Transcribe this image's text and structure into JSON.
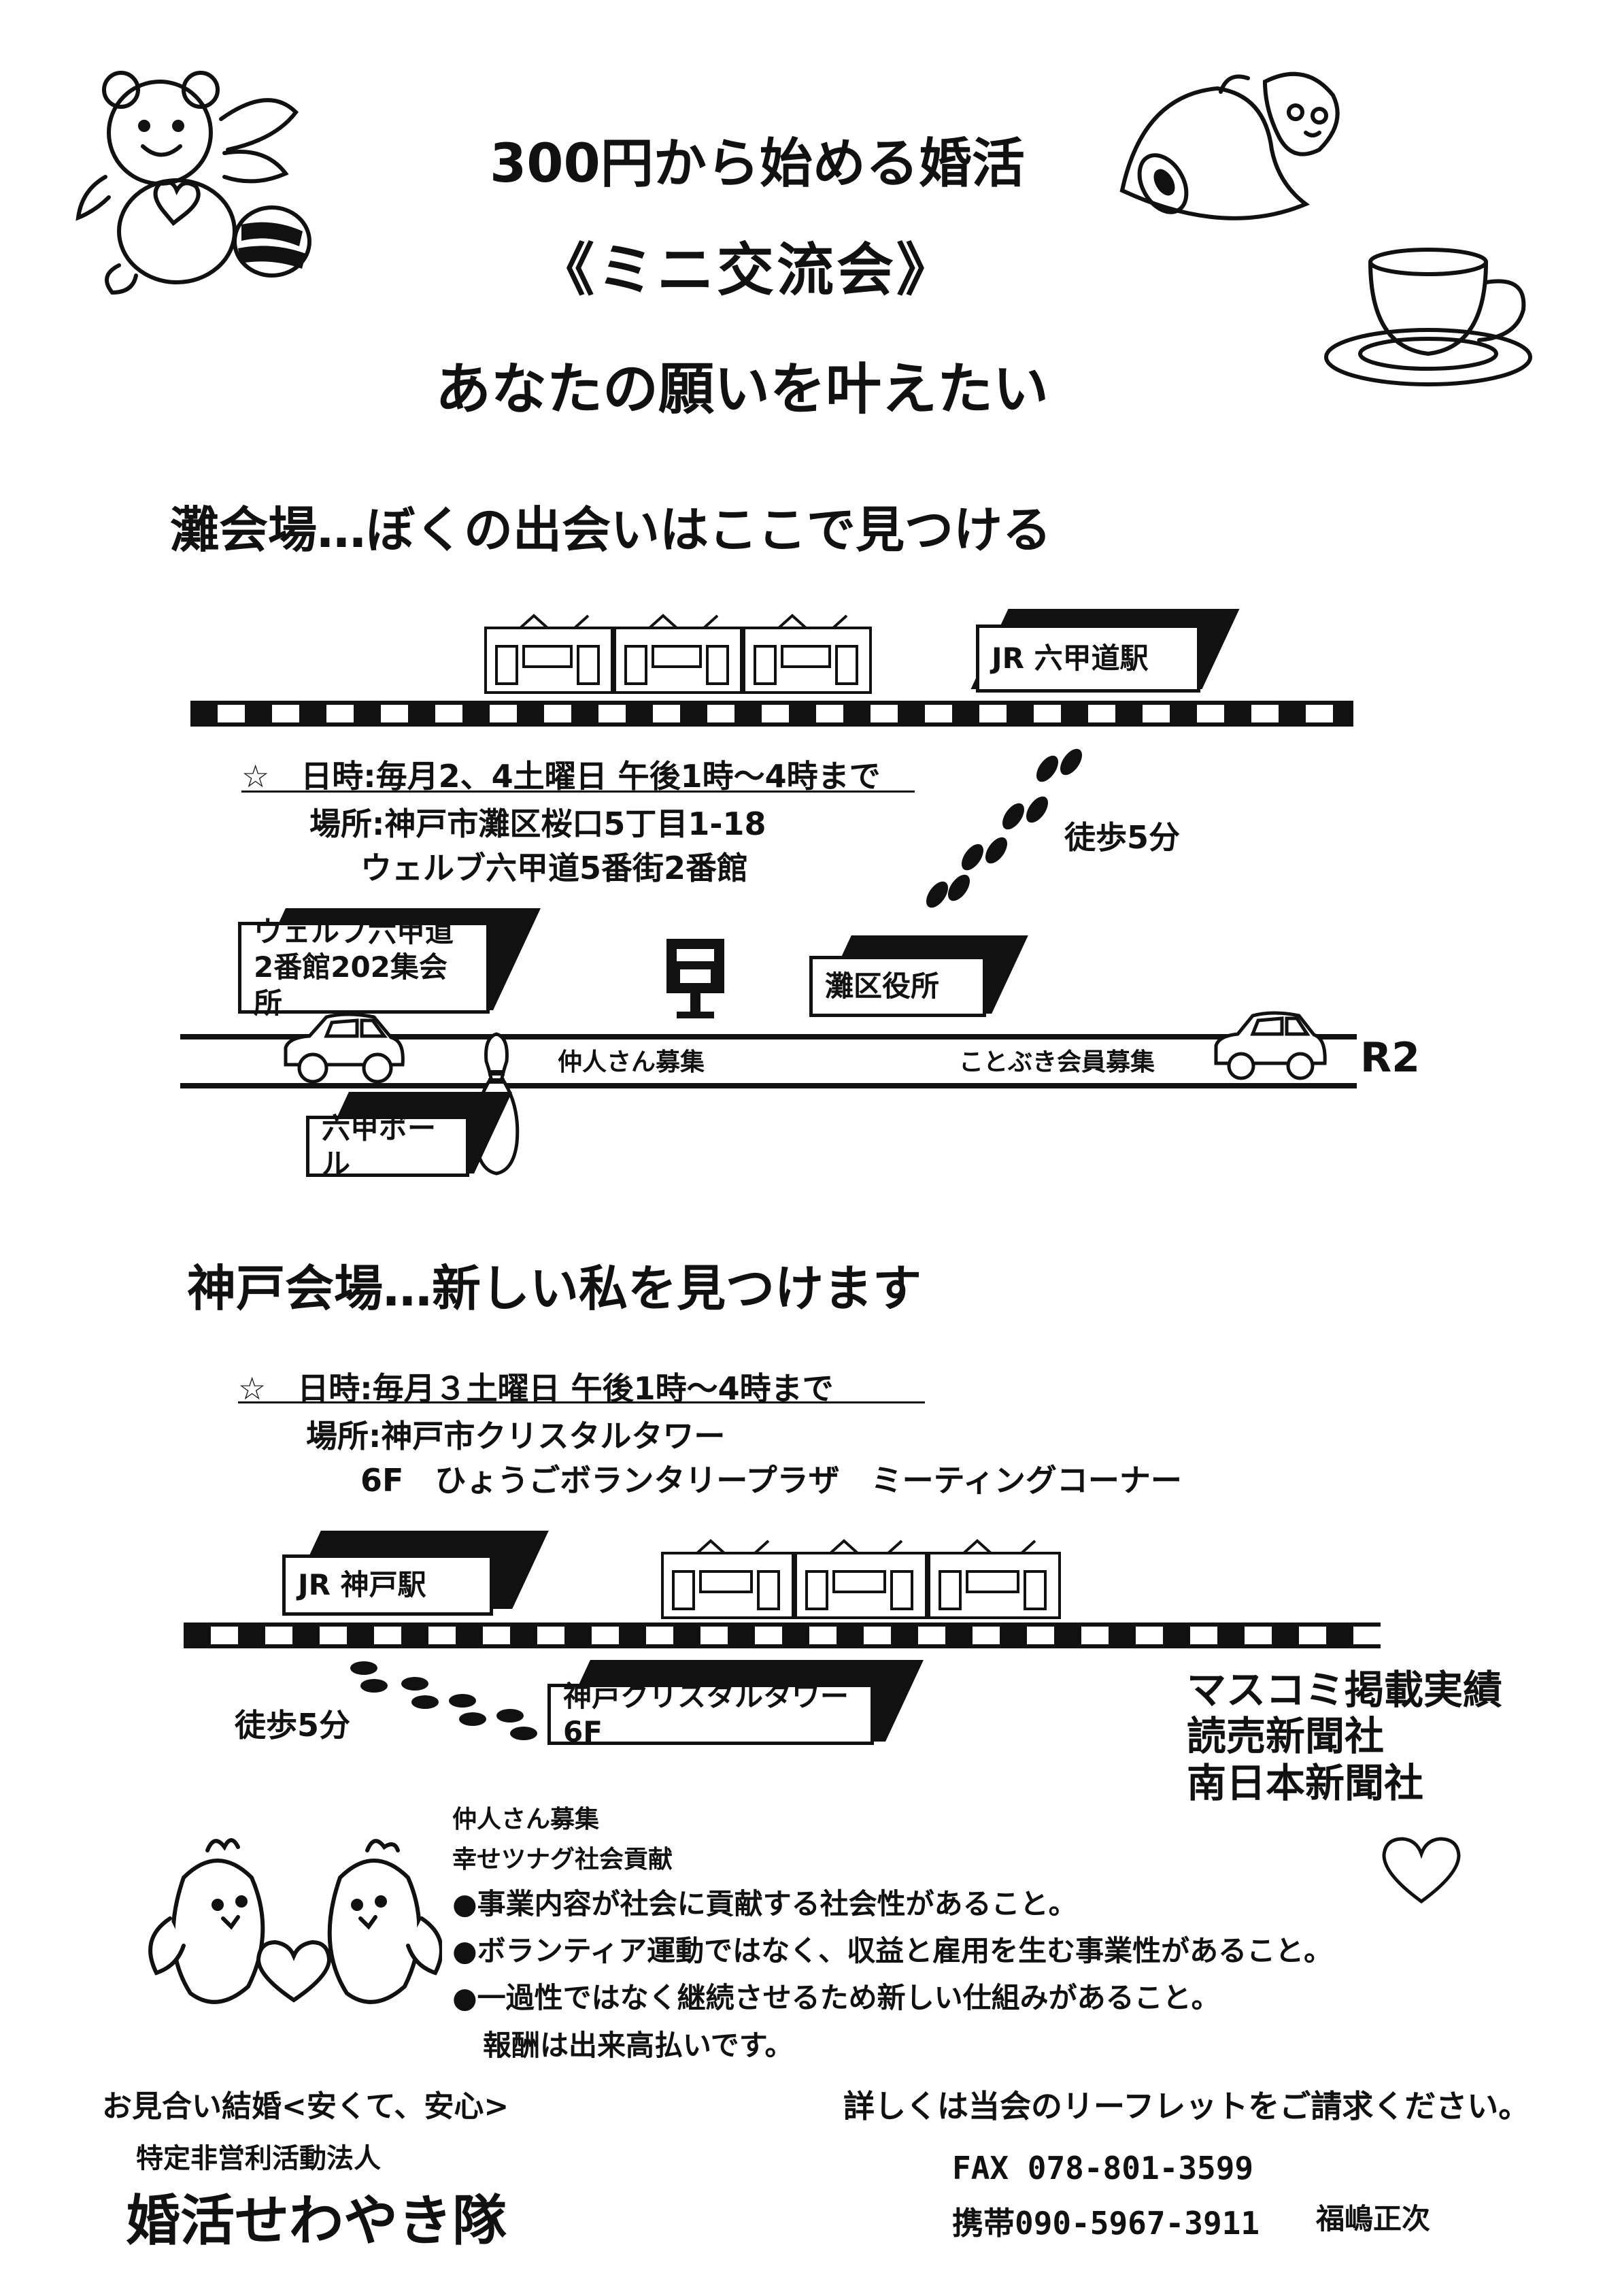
{
  "header": {
    "line1": "300円から始める婚活",
    "line2": "《ミニ交流会》",
    "line3": "あなたの願いを叶えたい"
  },
  "nada": {
    "heading": "灘会場…ぼくの出会いはここで見つける",
    "station": "JR 六甲道駅",
    "date": "☆　日時:毎月2、4土曜日 午後1時～4時まで",
    "place1": "場所:神戸市灘区桜口5丁目1-18",
    "place2": "ウェルブ六甲道5番街2番館",
    "walk": "徒歩5分",
    "venue_line1": "ウェルブ六甲道",
    "venue_line2": "2番館202集会所",
    "ward_office": "灘区役所",
    "road_left": "仲人さん募集",
    "road_right": "ことぶき会員募集",
    "route": "R2",
    "bowling": "六甲ボール"
  },
  "kobe": {
    "heading": "神戸会場…新しい私を見つけます",
    "date": "☆　日時:毎月３土曜日 午後1時～4時まで",
    "place1": "場所:神戸市クリスタルタワー",
    "place2": "6F　ひょうごボランタリープラザ　ミーティングコーナー",
    "station": "JR 神戸駅",
    "walk": "徒歩5分",
    "tower": "神戸クリスタルタワー6F"
  },
  "media": {
    "title": "マスコミ掲載実績",
    "item1": "読売新聞社",
    "item2": "南日本新聞社"
  },
  "recruit": {
    "line1": "仲人さん募集",
    "line2": "幸せツナグ社会貢献",
    "b1": "●事業内容が社会に貢献する社会性があること。",
    "b2": "●ボランティア運動ではなく、収益と雇用を生む事業性があること。",
    "b3": "●一過性ではなく継続させるため新しい仕組みがあること。",
    "b4": "報酬は出来高払いです。"
  },
  "footer": {
    "tagline": "お見合い結婚<安くて、安心>",
    "org_type": "特定非営利活動法人",
    "org_name": "婚活せわやき隊",
    "leaflet": "詳しくは当会のリーフレットをご請求ください。",
    "fax": "FAX 078-801-3599",
    "mobile": "携帯090-5967-3911",
    "person": "福嶋正次"
  }
}
